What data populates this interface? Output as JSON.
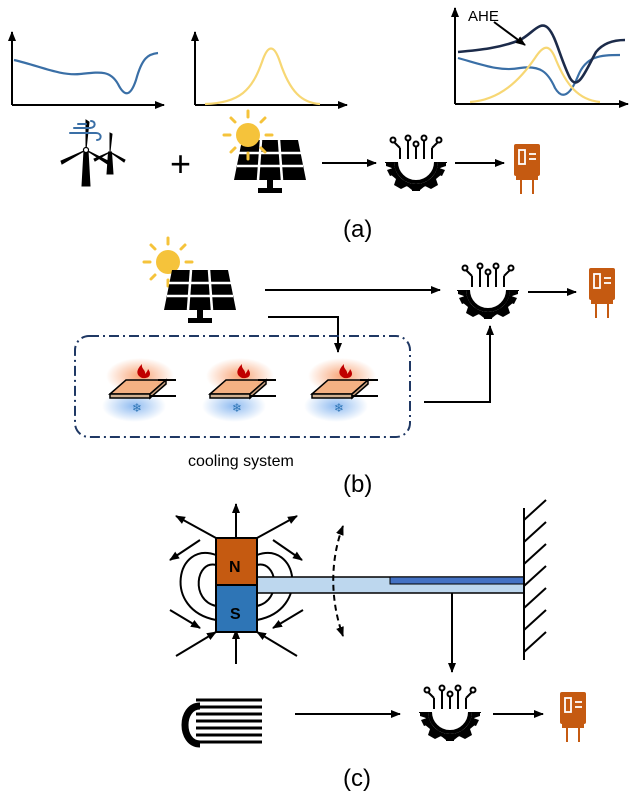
{
  "panels": {
    "a": {
      "label": "(a)",
      "annotation": "AHE"
    },
    "b": {
      "label": "(b)",
      "caption": "cooling system"
    },
    "c": {
      "label": "(c)",
      "magnet_north": "N",
      "magnet_south": "S"
    }
  },
  "colors": {
    "wind_curve": "#3a6fa6",
    "solar_curve": "#f7d774",
    "ahe_curve": "#1c2b4a",
    "sun": "#f5c33b",
    "storage_device": "#c55a11",
    "magnet_north": "#c55a11",
    "magnet_south": "#2e75b6",
    "cantilever": "#bdd7ee",
    "piezo_strip": "#4472c4",
    "cooling_box_border": "#1f3864"
  },
  "icons": [
    "axes-icon",
    "wind-turbine-icon",
    "plus-icon",
    "solar-panel-icon",
    "sun-icon",
    "power-management-gear-icon",
    "capacitor-icon",
    "fire-icon",
    "snowflake-icon",
    "thermoelectric-module-icon",
    "bar-magnet-icon",
    "coil-icon",
    "wall-hatch-icon"
  ]
}
